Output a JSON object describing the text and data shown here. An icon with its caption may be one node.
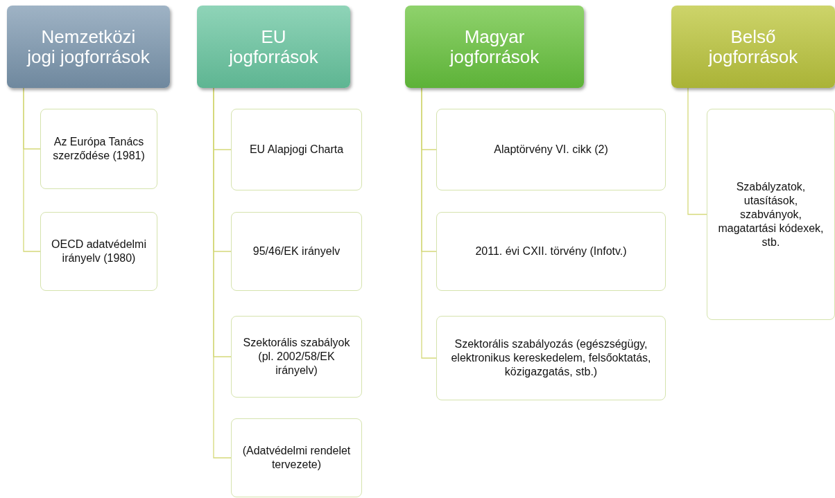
{
  "diagram": {
    "nodes": [
      {
        "text": [
          "Nemzetközi jogi jogforrások"
        ]
      },
      {
        "text": [
          "Az Európa Tanács szerződése (1981)"
        ]
      },
      {
        "text": [
          "OECD adatvédelmi irányelv (1980)"
        ]
      },
      {
        "text": [
          "EU jogforrások"
        ]
      },
      {
        "text": [
          "EU Alapjogi Charta"
        ]
      },
      {
        "text": [
          "95/46/EK irányelv"
        ]
      },
      {
        "text": [
          "Szektorális szabályok (pl. 2002/58/EK irányelv)"
        ]
      },
      {
        "text": [
          "(Adatvédelmi rendelet tervezete)"
        ]
      },
      {
        "text": [
          "Magyar jogforrások"
        ]
      },
      {
        "text": [
          "Alaptörvény VI. cikk (2)"
        ]
      },
      {
        "text": [
          "2011. évi CXII. törvény (Infotv.)"
        ]
      },
      {
        "text": [
          "Szektorális szabályozás (egészségügy, elektronikus kereskedelem, felsőoktatás, közigazgatás, stb.)"
        ]
      },
      {
        "text": [
          "Belső jogforrások"
        ]
      },
      {
        "text": [
          "Szabályzatok, utasítások, szabványok, magatartási kódexek, stb."
        ]
      }
    ],
    "edges": [
      {
        "from": 0,
        "to": 1,
        "arrow": "none"
      },
      {
        "from": 0,
        "to": 2,
        "arrow": "none"
      },
      {
        "from": 3,
        "to": 4,
        "arrow": "none"
      },
      {
        "from": 3,
        "to": 5,
        "arrow": "none"
      },
      {
        "from": 3,
        "to": 6,
        "arrow": "none"
      },
      {
        "from": 3,
        "to": 7,
        "arrow": "none"
      },
      {
        "from": 8,
        "to": 9,
        "arrow": "none"
      },
      {
        "from": 8,
        "to": 10,
        "arrow": "none"
      },
      {
        "from": 8,
        "to": 11,
        "arrow": "none"
      },
      {
        "from": 12,
        "to": 13,
        "arrow": "none"
      }
    ]
  }
}
